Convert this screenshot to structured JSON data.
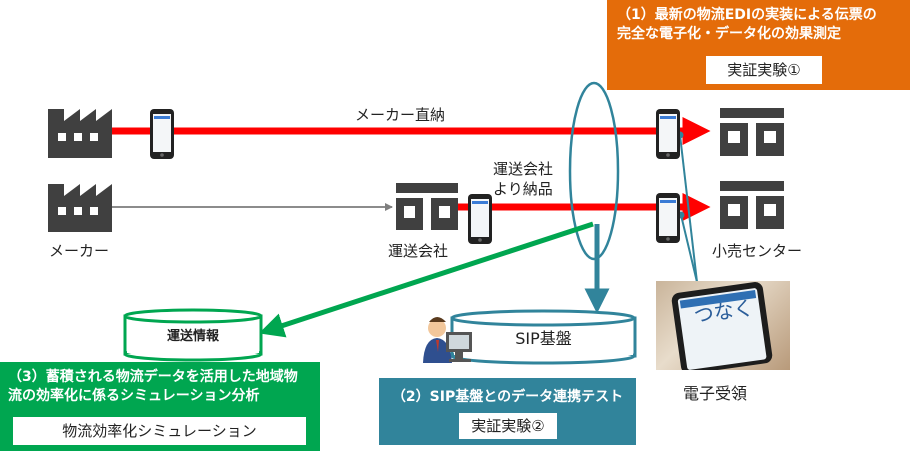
{
  "experiment1": {
    "title_line1": "（1）最新の物流EDIの実装による伝票の",
    "title_line2": "完全な電子化・データ化の効果測定",
    "label": "実証実験①"
  },
  "experiment2": {
    "title": "（2）SIP基盤とのデータ連携テスト",
    "label": "実証実験②"
  },
  "experiment3": {
    "title_line1": "（3）蓄積される物流データを活用した地域物",
    "title_line2": "流の効率化に係るシミュレーション分析",
    "label": "物流効率化シミュレーション"
  },
  "flow": {
    "direct_label": "メーカー直納",
    "via_carrier_line1": "運送会社",
    "via_carrier_line2": "より納品"
  },
  "nodes": {
    "maker": "メーカー",
    "carrier": "運送会社",
    "retail_center": "小売センター",
    "sip_platform": "SIP基盤",
    "transport_info": "運送情報",
    "e_receipt": "電子受領"
  },
  "photo_text": "つなく",
  "colors": {
    "orange": "#e46c0a",
    "green": "#00a650",
    "teal": "#31849b",
    "red_arrow": "#ff0000",
    "icon_gray": "#404040"
  }
}
